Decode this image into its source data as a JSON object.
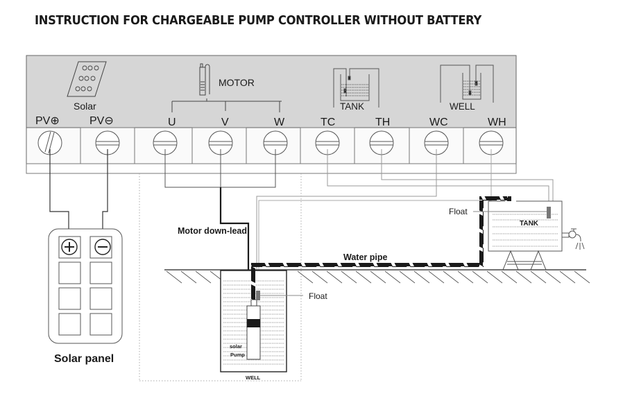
{
  "title": "INSTRUCTION FOR CHARGEABLE PUMP CONTROLLER WITHOUT BATTERY",
  "controller": {
    "icons": {
      "solar": "Solar",
      "motor": "MOTOR",
      "tank": "TANK",
      "well": "WELL"
    },
    "terminals": [
      {
        "label": "PV",
        "symbol": "⊕",
        "id": "pv-plus"
      },
      {
        "label": "PV",
        "symbol": "⊖",
        "id": "pv-minus"
      },
      {
        "label": "U",
        "symbol": "",
        "id": "u"
      },
      {
        "label": "V",
        "symbol": "",
        "id": "v"
      },
      {
        "label": "W",
        "symbol": "",
        "id": "w"
      },
      {
        "label": "TC",
        "symbol": "",
        "id": "tc"
      },
      {
        "label": "TH",
        "symbol": "",
        "id": "th"
      },
      {
        "label": "WC",
        "symbol": "",
        "id": "wc"
      },
      {
        "label": "WH",
        "symbol": "",
        "id": "wh"
      }
    ]
  },
  "labels": {
    "solar_panel": "Solar panel",
    "motor_down_lead": "Motor down-lead",
    "water_pipe": "Water pipe",
    "float_tank": "Float",
    "float_well": "Float",
    "tank": "TANK",
    "well": "WELL",
    "pump_line1": "solar",
    "pump_line2": "Pump"
  },
  "colors": {
    "panel_bg": "#d6d6d6",
    "line": "#555555",
    "light_line": "#9a9a9a",
    "pipe": "#1a1a1a",
    "text": "#1a1a1a"
  }
}
